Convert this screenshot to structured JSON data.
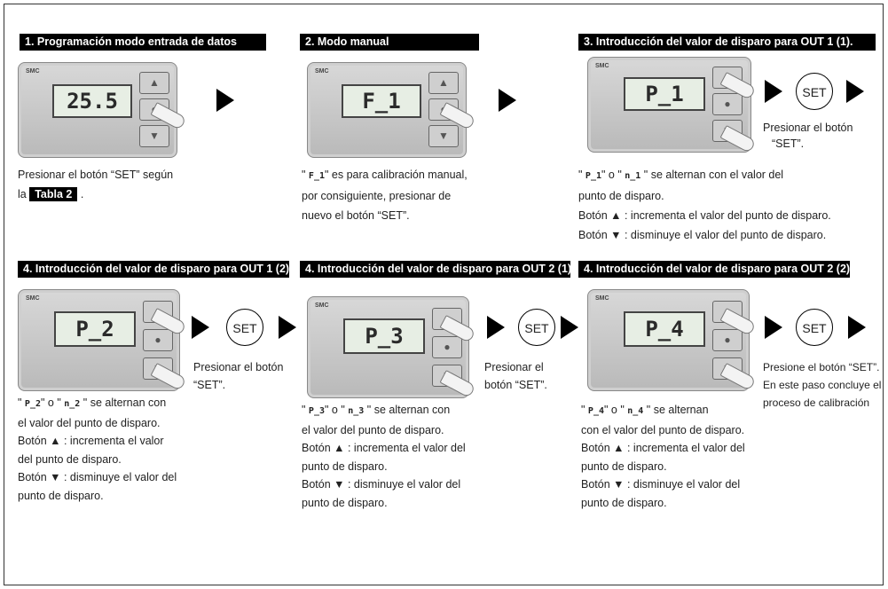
{
  "headers": {
    "h1": "1. Programación modo entrada de datos",
    "h2": "2. Modo manual",
    "h3": "3. Introducción del valor de disparo para OUT 1 (1).",
    "h4": "4. Introducción del valor de disparo para OUT 1 (2)",
    "h5": "4. Introducción del valor de disparo para OUT 2 (1)",
    "h6": "4. Introducción del valor de disparo para OUT 2 (2)"
  },
  "displays": {
    "d1": "25.5",
    "d2": "F_1",
    "d3": "P_1",
    "d4": "P_2",
    "d5": "P_3",
    "d6": "P_4"
  },
  "set_label": "SET",
  "texts": {
    "s1": {
      "l1": "Presionar el botón “SET” según",
      "l2": "la",
      "table": "Tabla 2",
      "l2end": "."
    },
    "s2": {
      "l1code": "F_1",
      "l1rest": "\" es para calibración manual,",
      "l2": "por consiguiente, presionar de",
      "l3": "nuevo el botón “SET”."
    },
    "s3": {
      "side1": "Presionar el botón",
      "side2": "“SET”.",
      "code1": "P_1",
      "code2": "n_1",
      "l1rest": "\" se alternan con el valor del",
      "l2": "punto de disparo.",
      "l3": "Botón ▲ : incrementa el valor del punto de disparo.",
      "l4": "Botón ▼ : disminuye el valor del punto de disparo."
    },
    "s4": {
      "side1": "Presionar el botón",
      "side2": "“SET”.",
      "code1": "P_2",
      "code2": "n_2",
      "l1rest": "\" se alternan con",
      "l2": "el valor del punto de disparo.",
      "l3": "Botón ▲ : incrementa el valor",
      "l4": "del punto de disparo.",
      "l5": "Botón ▼ : disminuye el valor del",
      "l6": "punto de disparo."
    },
    "s5": {
      "side1": "Presionar el",
      "side2": "botón “SET”.",
      "code1": "P_3",
      "code2": "n_3",
      "l1rest": "\" se alternan con",
      "l2": "el valor del punto de disparo.",
      "l3": "Botón ▲ : incrementa el valor del",
      "l4": "punto de disparo.",
      "l5": "Botón ▼ : disminuye el valor del",
      "l6": "punto de disparo."
    },
    "s6": {
      "side1": "Presione el botón “SET”.",
      "side2": "En este paso concluye el",
      "side3": "proceso de calibración",
      "code1": "P_4",
      "code2": "n_4",
      "l1rest": "\" se alternan",
      "l2": "con el valor del punto de disparo.",
      "l3": "Botón ▲ : incrementa el valor del",
      "l4": "punto de disparo.",
      "l5": "Botón ▼ : disminuye el valor del",
      "l6": "punto de disparo."
    }
  }
}
